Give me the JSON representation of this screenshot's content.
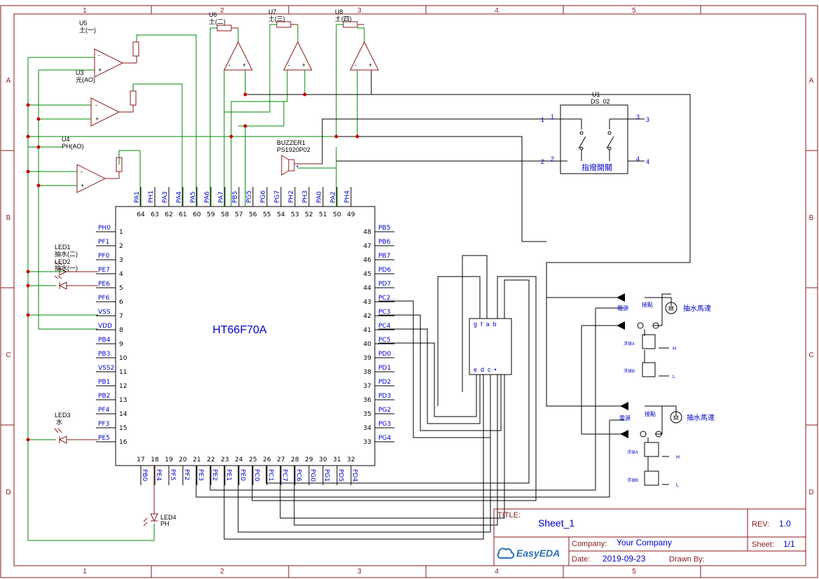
{
  "ic": {
    "name": "HT66F70A",
    "left_pins": [
      {
        "num": "1",
        "name": "PH0"
      },
      {
        "num": "2",
        "name": "PF1"
      },
      {
        "num": "3",
        "name": "PF0"
      },
      {
        "num": "4",
        "name": "PE7"
      },
      {
        "num": "5",
        "name": "PE6"
      },
      {
        "num": "6",
        "name": "PF6"
      },
      {
        "num": "7",
        "name": "VSS"
      },
      {
        "num": "8",
        "name": "VDD"
      },
      {
        "num": "9",
        "name": "PB4"
      },
      {
        "num": "10",
        "name": "PB3"
      },
      {
        "num": "11",
        "name": "VSS2"
      },
      {
        "num": "12",
        "name": "PB1"
      },
      {
        "num": "13",
        "name": "PB2"
      },
      {
        "num": "14",
        "name": "PF4"
      },
      {
        "num": "15",
        "name": "PF3"
      },
      {
        "num": "16",
        "name": "PE5"
      }
    ],
    "right_pins": [
      {
        "num": "48",
        "name": "PB5"
      },
      {
        "num": "47",
        "name": "PB6"
      },
      {
        "num": "46",
        "name": "PB7"
      },
      {
        "num": "45",
        "name": "PD6"
      },
      {
        "num": "44",
        "name": "PD7"
      },
      {
        "num": "43",
        "name": "PC2"
      },
      {
        "num": "42",
        "name": "PC3"
      },
      {
        "num": "41",
        "name": "PC4"
      },
      {
        "num": "40",
        "name": "PC5"
      },
      {
        "num": "39",
        "name": "PD0"
      },
      {
        "num": "38",
        "name": "PD1"
      },
      {
        "num": "37",
        "name": "PD2"
      },
      {
        "num": "36",
        "name": "PD3"
      },
      {
        "num": "35",
        "name": "PG2"
      },
      {
        "num": "34",
        "name": "PG3"
      },
      {
        "num": "33",
        "name": "PG4"
      }
    ],
    "top_pins": [
      {
        "num": "64",
        "name": "PA1"
      },
      {
        "num": "63",
        "name": "PH1"
      },
      {
        "num": "62",
        "name": "PA3"
      },
      {
        "num": "61",
        "name": "PA4"
      },
      {
        "num": "60",
        "name": "PA5"
      },
      {
        "num": "59",
        "name": "PA6"
      },
      {
        "num": "58",
        "name": "PA7"
      },
      {
        "num": "57",
        "name": "PB5"
      },
      {
        "num": "56",
        "name": "PG5"
      },
      {
        "num": "55",
        "name": "PG6"
      },
      {
        "num": "54",
        "name": "PG7"
      },
      {
        "num": "53",
        "name": "PH2"
      },
      {
        "num": "52",
        "name": "PH3"
      },
      {
        "num": "51",
        "name": "PA0"
      },
      {
        "num": "50",
        "name": "PA2"
      },
      {
        "num": "49",
        "name": "PH4"
      }
    ],
    "bottom_pins": [
      {
        "num": "17",
        "name": "PB0"
      },
      {
        "num": "18",
        "name": "PE4"
      },
      {
        "num": "19",
        "name": "PF5"
      },
      {
        "num": "20",
        "name": "PF2"
      },
      {
        "num": "21",
        "name": "PE3"
      },
      {
        "num": "22",
        "name": "PE2"
      },
      {
        "num": "23",
        "name": "PE1"
      },
      {
        "num": "24",
        "name": "PE0"
      },
      {
        "num": "25",
        "name": "PC0"
      },
      {
        "num": "26",
        "name": "PC1"
      },
      {
        "num": "27",
        "name": "PC7"
      },
      {
        "num": "28",
        "name": "PC6"
      },
      {
        "num": "29",
        "name": "PG0"
      },
      {
        "num": "30",
        "name": "PG1"
      },
      {
        "num": "31",
        "name": "PD5"
      },
      {
        "num": "32",
        "name": "PD4"
      }
    ]
  },
  "labels": {
    "u5_ref": "U5",
    "u5_val": "土(一)",
    "u3_ref": "U3",
    "u3_val": "光(AO)",
    "u4_ref": "U4",
    "u4_val": "PH(AO)",
    "u6_ref": "U6",
    "u6_val": "土(二)",
    "u7_ref": "U7",
    "u7_val": "土(三)",
    "u8_ref": "U8",
    "u8_val": "土(四)",
    "buzzer_ref": "BUZZER1",
    "buzzer_val": "PS1920P02",
    "u1_ref": "U1",
    "u1_val": "DS_02",
    "u1_name": "指撥開關",
    "led1_ref": "LED1",
    "led1_val": "抽水(二)",
    "led2_ref": "LED2",
    "led2_val": "抽水(一)",
    "led3_ref": "LED3",
    "led3_val": "水",
    "led4_ref": "LED4",
    "led4_val": "PH",
    "seg_top": "g  f  a  b",
    "seg_bottom": "e  d  c  •",
    "motor_symbol": "M",
    "motor1": "抽水馬達",
    "motor2": "抽水馬達",
    "power1": "電源",
    "power2": "電源",
    "contact1": "接點",
    "contact2": "接點",
    "float_a1": "浮球A",
    "float_b1": "浮球B",
    "float_a2": "浮球A",
    "float_b2": "浮球B",
    "level_h": "H",
    "level_l": "L",
    "sw_pin1": "1",
    "sw_pin2": "2",
    "sw_pin3": "3",
    "sw_pin4": "4",
    "opamp_minus": "-",
    "opamp_plus": "+"
  },
  "frame": {
    "cols": [
      "1",
      "2",
      "3",
      "4",
      "5"
    ],
    "rows": [
      "A",
      "B",
      "C",
      "D"
    ]
  },
  "title_block": {
    "title_label": "TITLE:",
    "title": "Sheet_1",
    "rev_label": "REV:",
    "rev": "1.0",
    "company_label": "Company:",
    "company": "Your Company",
    "sheet_label": "Sheet:",
    "sheet": "1/1",
    "date_label": "Date:",
    "date": "2019-09-23",
    "drawn_label": "Drawn By:",
    "logo": "EasyEDA"
  },
  "colors": {
    "frame": "#8b1a1a",
    "pin_name": "#0000cc",
    "wire_green": "#008800",
    "wire_black": "#000000",
    "junction": "#cc0000"
  }
}
